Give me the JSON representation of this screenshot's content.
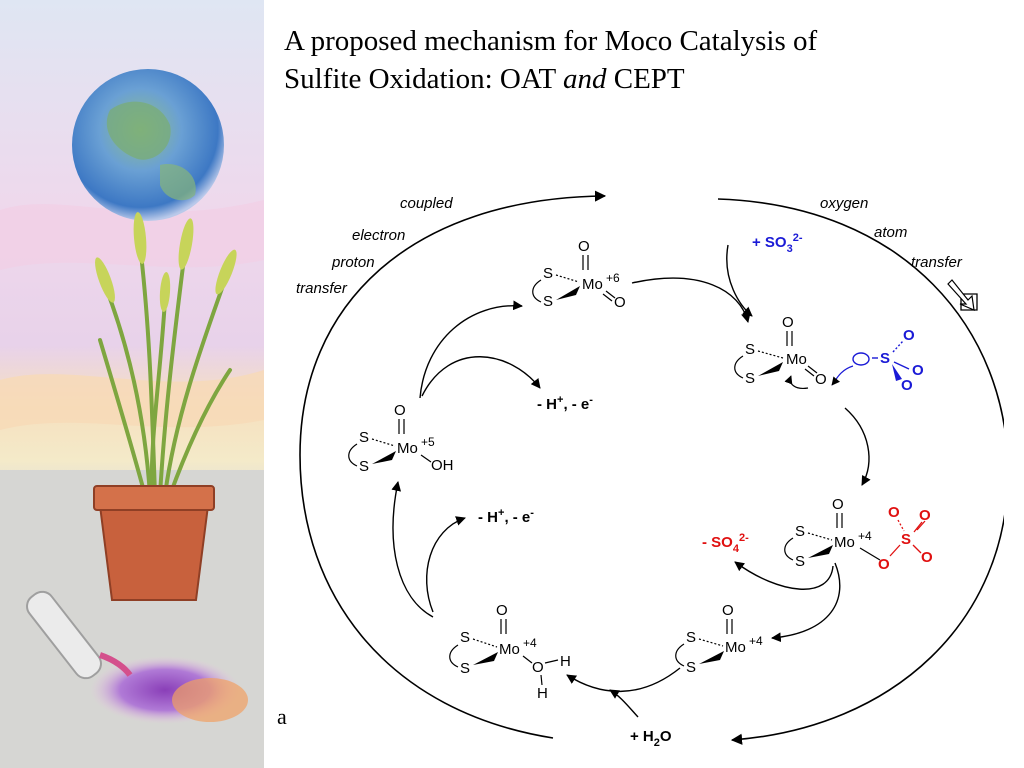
{
  "title": {
    "line1": "A proposed mechanism for Moco Catalysis of",
    "line2_prefix": "Sulfite Oxidation:  OAT ",
    "line2_italic": "and",
    "line2_suffix": " CEPT"
  },
  "cycle_labels": {
    "cept": [
      "coupled",
      "electron",
      "proton",
      "transfer"
    ],
    "oat": [
      "oxygen",
      "atom",
      "transfer"
    ]
  },
  "reagents": {
    "sulfite_prefix": "+  SO",
    "sulfite_sub": "3",
    "sulfite_sup": "2-",
    "sulfate_prefix": "- SO",
    "sulfate_sub": "4",
    "sulfate_sup": "2-",
    "water_prefix": "+ H",
    "water_sub": "2",
    "water_suffix": "O",
    "hplus_upper": "- H",
    "hplus_upper_tail": ", - e",
    "hplus_lower": "- H",
    "hplus_lower_tail": ", - e",
    "plus": "+",
    "minus": "-"
  },
  "atoms": {
    "S": "S",
    "O": "O",
    "Mo": "Mo",
    "H": "H",
    "OH": "OH"
  },
  "oxidation_states": {
    "mo6": "+6",
    "mo5": "+5",
    "mo4_sulfate": "+4",
    "mo4_reduced": "+4",
    "mo4_aqua": "+4"
  },
  "colors": {
    "sulfite": "#1a1ad6",
    "sulfate": "#e01010",
    "ink": "#000000"
  },
  "footnote": "a"
}
